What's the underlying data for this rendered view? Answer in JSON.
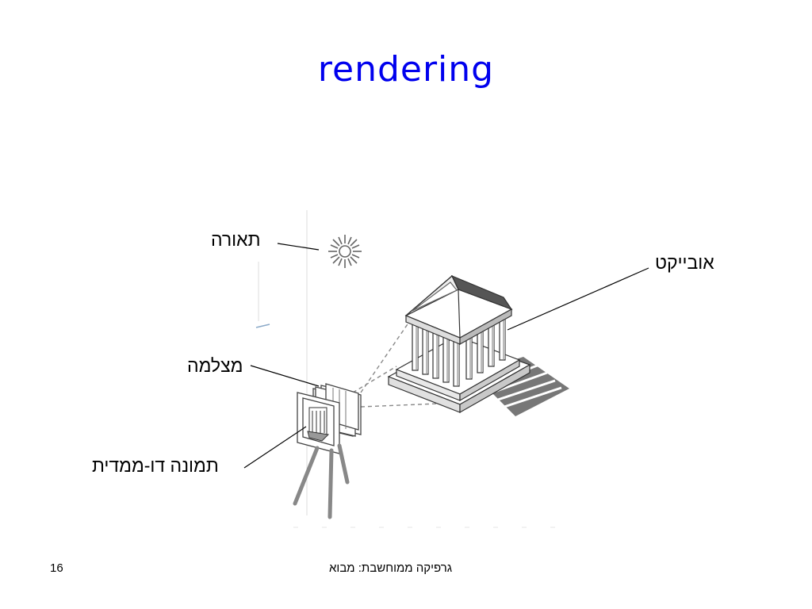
{
  "slide": {
    "title": "rendering",
    "labels": {
      "light": "תאורה",
      "object": "אובייקט",
      "camera": "מצלמה",
      "image_2d": "תמונה דו-ממדית"
    },
    "footer": {
      "course": "גרפיקה ממוחשבת: מבוא",
      "page_number": "16"
    }
  },
  "colors": {
    "title": "#0000ee",
    "text": "#000000",
    "temple_roof": "#555555",
    "temple_shadow": "#777777"
  }
}
